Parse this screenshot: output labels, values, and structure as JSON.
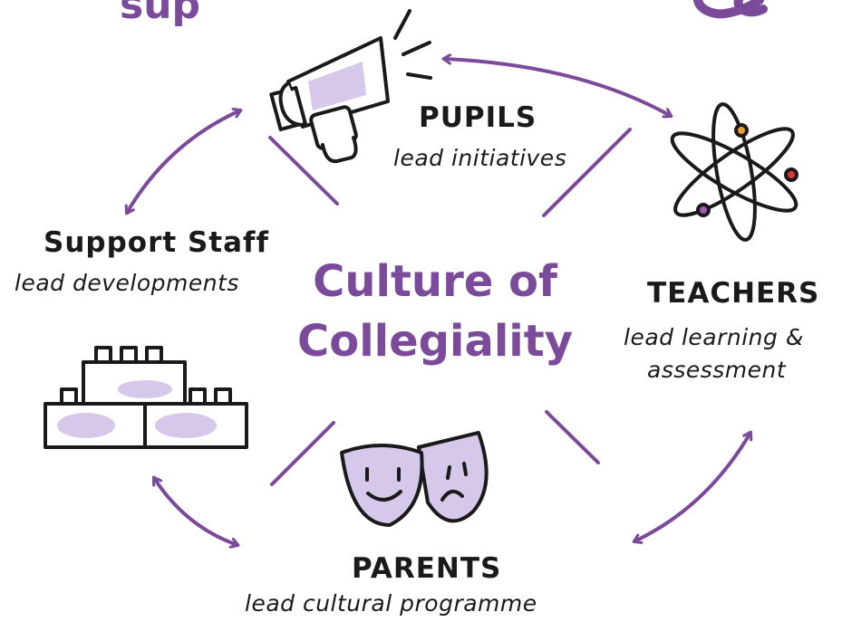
{
  "top_fragment": "sup",
  "center": {
    "line1": "Culture of",
    "line2": "Collegiality"
  },
  "nodes": {
    "pupils": {
      "title": "PUPILS",
      "subtitle": "lead initiatives"
    },
    "teachers": {
      "title": "TEACHERS",
      "subtitle_line1": "lead learning &",
      "subtitle_line2": "assessment"
    },
    "parents": {
      "title": "PARENTS",
      "subtitle": "lead cultural programme"
    },
    "support_staff": {
      "title": "Support Staff",
      "subtitle": "lead developments"
    }
  },
  "colors": {
    "accent": "#7b4a9a",
    "icon_fill": "#d6c8ea",
    "ink": "#1a1a1a",
    "orange": "#f0a030",
    "red": "#e03838"
  },
  "icons": [
    "megaphone-icon",
    "atom-icon",
    "theatre-masks-icon",
    "building-blocks-icon",
    "arrow-icon"
  ]
}
